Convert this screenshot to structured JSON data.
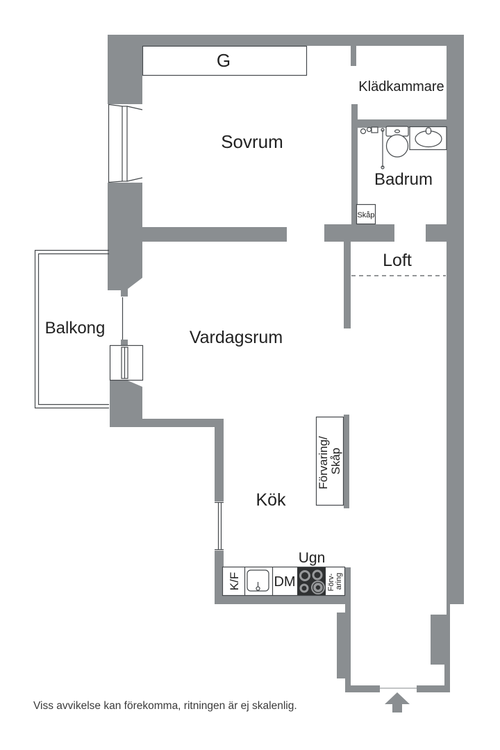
{
  "floorplan": {
    "rooms": {
      "sovrum": "Sovrum",
      "kladkammare": "Klädkammare",
      "badrum": "Badrum",
      "loft": "Loft",
      "balkong": "Balkong",
      "vardagsrum": "Vardagsrum",
      "kok": "Kök"
    },
    "labels": {
      "garderob": "G",
      "skap": "Skåp",
      "forvaring_skap": {
        "line1": "Förvaring/",
        "line2": "Skåp"
      },
      "ugn": "Ugn",
      "kyl_frys": "K/F",
      "diskmaskin": "DM",
      "forvaring_small": {
        "line1": "Förv-",
        "line2": "aring"
      }
    },
    "disclaimer": "Viss avvikelse kan förekomma, ritningen är ej skalenlig.",
    "colors": {
      "wall": "#8a8e91",
      "outline": "#45494c",
      "text": "#222222",
      "stove_top": "#2f3132",
      "burner_ring": "#97999b",
      "disclaimer_text": "#3a3a3a"
    }
  }
}
